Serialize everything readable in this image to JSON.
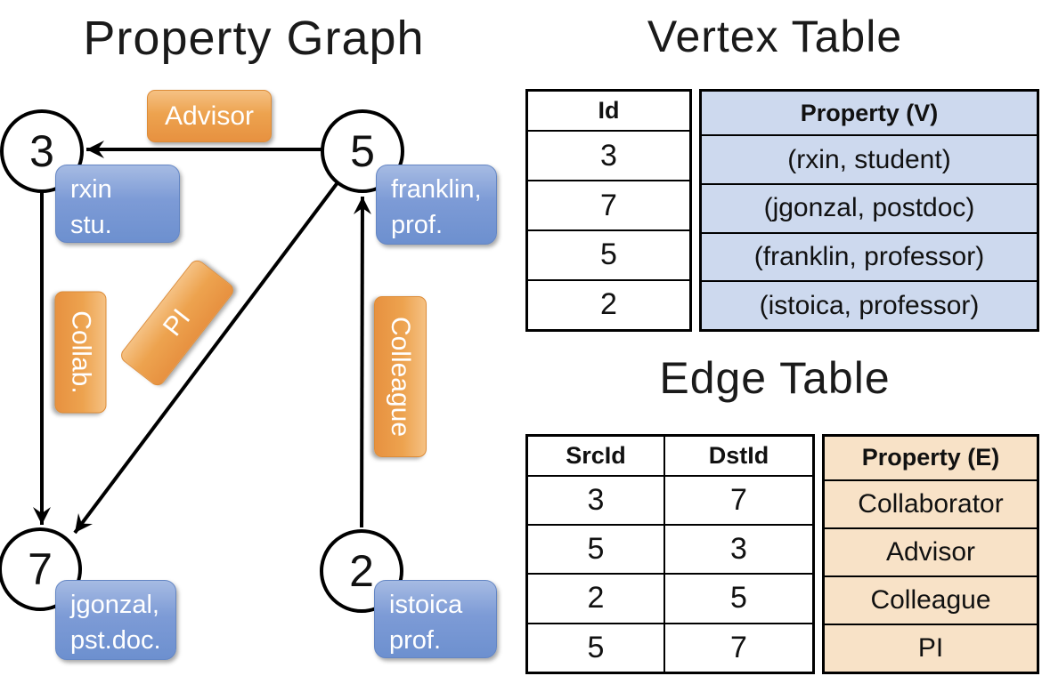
{
  "figure": {
    "graph_title": "Property Graph",
    "vertex_table_title": "Vertex Table",
    "edge_table_title": "Edge Table"
  },
  "graph": {
    "nodes": [
      {
        "id": "3",
        "property_lines": [
          "rxin",
          "stu."
        ]
      },
      {
        "id": "5",
        "property_lines": [
          "franklin,",
          "prof."
        ]
      },
      {
        "id": "7",
        "property_lines": [
          "jgonzal,",
          "pst.doc."
        ]
      },
      {
        "id": "2",
        "property_lines": [
          "istoica",
          "prof."
        ]
      }
    ],
    "edge_labels": [
      {
        "label": "Advisor",
        "src": "5",
        "dst": "3"
      },
      {
        "label": "Collab.",
        "src": "3",
        "dst": "7"
      },
      {
        "label": "PI",
        "src": "5",
        "dst": "7"
      },
      {
        "label": "Colleague",
        "src": "2",
        "dst": "5"
      }
    ]
  },
  "vertex_table": {
    "headers": [
      "Id",
      "Property (V)"
    ],
    "rows": [
      [
        "3",
        "(rxin, student)"
      ],
      [
        "7",
        "(jgonzal, postdoc)"
      ],
      [
        "5",
        "(franklin, professor)"
      ],
      [
        "2",
        "(istoica, professor)"
      ]
    ]
  },
  "edge_table": {
    "headers": [
      "SrcId",
      "DstId",
      "Property (E)"
    ],
    "rows": [
      [
        "3",
        "7",
        "Collaborator"
      ],
      [
        "5",
        "3",
        "Advisor"
      ],
      [
        "2",
        "5",
        "Colleague"
      ],
      [
        "5",
        "7",
        "PI"
      ]
    ]
  },
  "colors": {
    "edge_label_orange": "#eda34f",
    "vertex_label_blue": "#7d9bd6",
    "vertex_property_cell_bg": "#cdd9ee",
    "edge_property_cell_bg": "#f8e2c7",
    "line_color": "#000000"
  }
}
